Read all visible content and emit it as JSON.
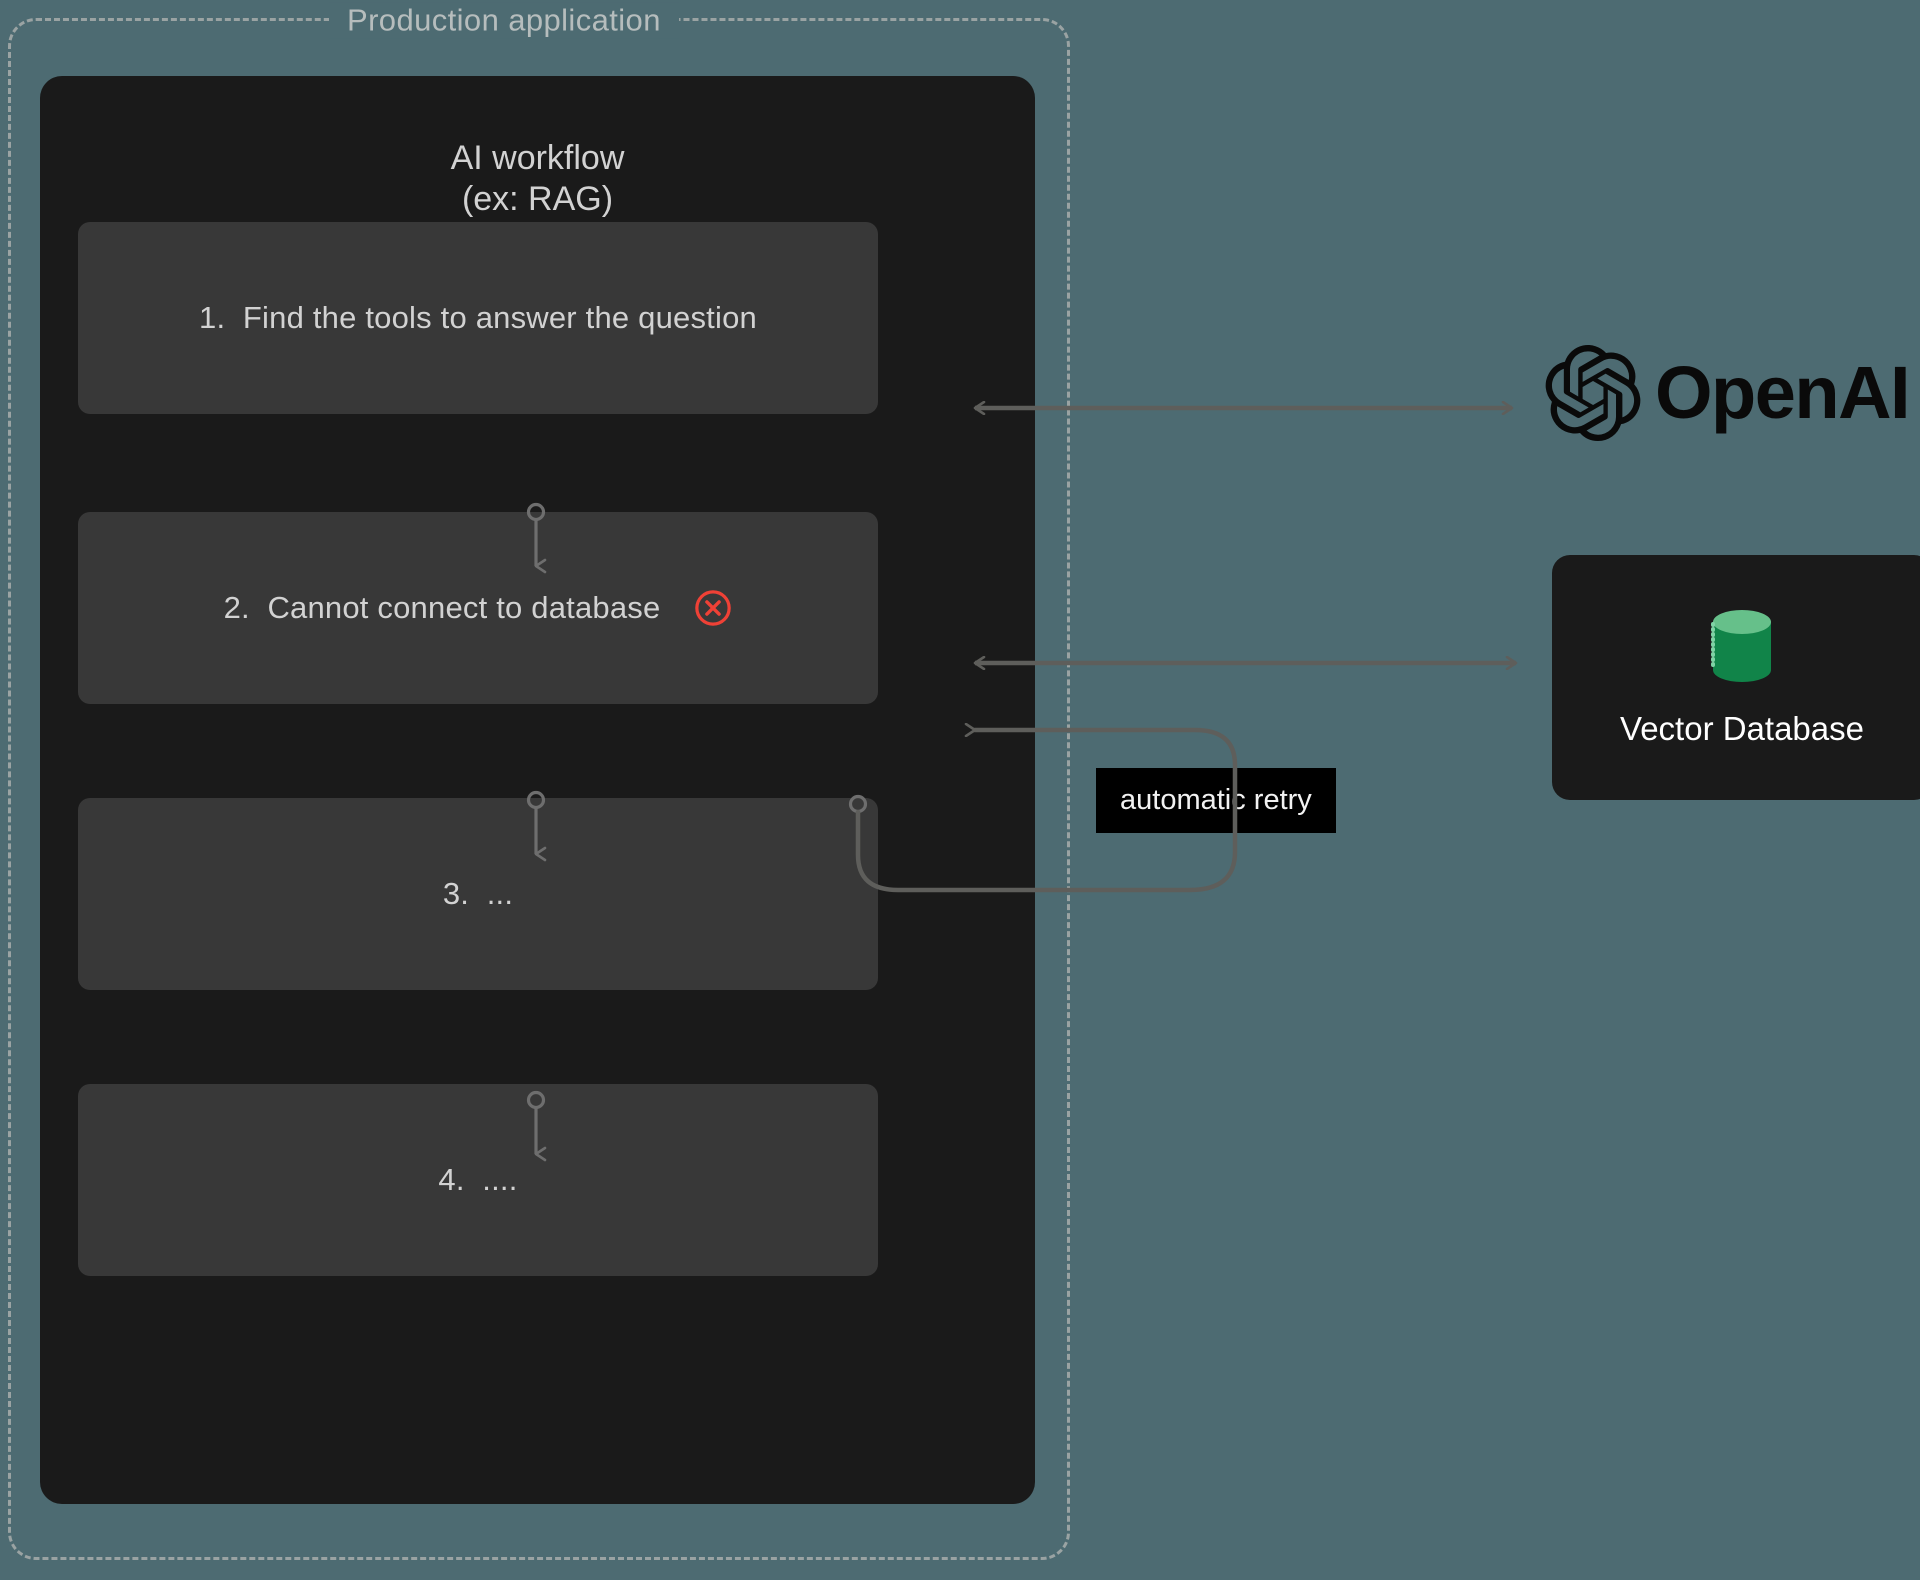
{
  "boundary": {
    "label": "Production application",
    "border_color": "#9aa3a3",
    "background_color": "#4d6b72"
  },
  "workflow": {
    "title": "AI workflow\n(ex: RAG)",
    "panel_color": "#1a1a1a",
    "step_color": "#383838",
    "steps": [
      {
        "id": 1,
        "text": "1.  Find the tools to answer the question",
        "status": "ok"
      },
      {
        "id": 2,
        "text": "2.  Cannot connect to database",
        "status": "error"
      },
      {
        "id": 3,
        "text": "3.  ...",
        "status": "ok"
      },
      {
        "id": 4,
        "text": "4.  ....",
        "status": "ok"
      }
    ]
  },
  "icons": {
    "error": "error-circle-x-icon",
    "error_color": "#ef4136",
    "database": "database-cylinder-icon",
    "database_top_color": "#66c08a",
    "database_body_color": "#118449",
    "openai": "openai-logo-icon"
  },
  "external": {
    "openai": {
      "name": "OpenAI",
      "logo_color": "#0a0a0a"
    },
    "vector_database": {
      "name": "Vector Database",
      "card_color": "#1a1a1a"
    }
  },
  "annotations": {
    "retry": {
      "label": "automatic retry",
      "background": "#000000",
      "text_color": "#f2f2f2"
    }
  },
  "connectors": {
    "line_color": "#5e5e5b",
    "step_link_color": "#6e6e6e",
    "items": [
      {
        "from": "step-1",
        "to": "openai",
        "type": "bidirectional"
      },
      {
        "from": "step-2",
        "to": "vector-database",
        "type": "bidirectional"
      },
      {
        "from": "step-2",
        "to": "step-2",
        "type": "retry-loop"
      },
      {
        "from": "step-1",
        "to": "step-2",
        "type": "sequence"
      },
      {
        "from": "step-2",
        "to": "step-3",
        "type": "sequence"
      },
      {
        "from": "step-3",
        "to": "step-4",
        "type": "sequence"
      }
    ]
  }
}
